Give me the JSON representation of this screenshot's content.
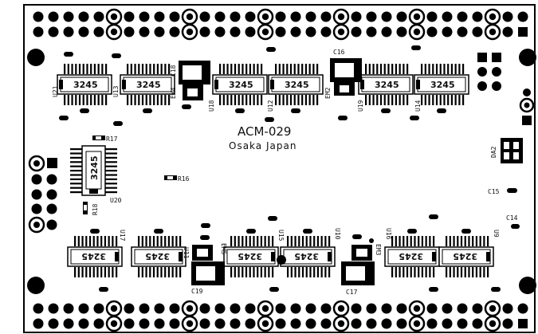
{
  "board": {
    "model": "ACM-029",
    "origin": "Osaka Japan"
  },
  "chips": {
    "top": [
      {
        "ref": "U21",
        "part": "3245"
      },
      {
        "ref": "U13",
        "part": "3245"
      },
      {
        "ref": "U18",
        "part": "3245"
      },
      {
        "ref": "U12",
        "part": "3245"
      },
      {
        "ref": "U19",
        "part": "3245"
      },
      {
        "ref": "U14",
        "part": "3245"
      }
    ],
    "bottom": [
      {
        "ref": "U17",
        "part": "3245"
      },
      {
        "ref": "U11",
        "part": "3245"
      },
      {
        "ref": "U15",
        "part": "3245"
      },
      {
        "ref": "U10",
        "part": "3245"
      },
      {
        "ref": "U16",
        "part": "3245"
      },
      {
        "ref": "U9",
        "part": "3245"
      }
    ],
    "side": {
      "ref": "U20",
      "part": "3245"
    }
  },
  "labels": {
    "em4": "EM4",
    "em2": "EM2",
    "em5": "EM5",
    "em3": "EM3",
    "c18": "C18",
    "c16": "C16",
    "c19": "C19",
    "c17": "C17",
    "c15": "C15",
    "c14": "C14",
    "r17": "R17",
    "r16": "R16",
    "r18": "R18",
    "da2": "DA2"
  }
}
